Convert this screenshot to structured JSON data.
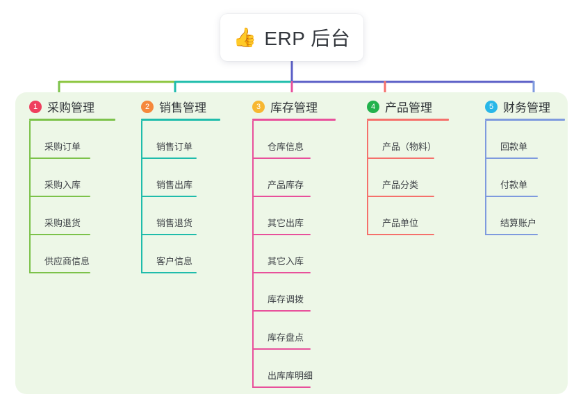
{
  "root": {
    "icon": "thumbs-up-icon",
    "emoji": "👍",
    "title": "ERP 后台"
  },
  "palette": {
    "panel_bg": "#edf7e7",
    "page_bg": "#ffffff",
    "card_bg": "#ffffff",
    "text": "#33373d",
    "trunk": "#5b5fc7",
    "bus_left": "#8cc63f",
    "bus_mid": "#1ab9a3",
    "bus_right": "#5b5fc7"
  },
  "columns": [
    {
      "number": "1",
      "title": "采购管理",
      "badge_color": "#ef3e5e",
      "line_color": "#7cc24a",
      "head_rule_width": 124,
      "leaf_rule_width": 88,
      "items": [
        {
          "label": "采购订单"
        },
        {
          "label": "采购入库"
        },
        {
          "label": "采购退货"
        },
        {
          "label": "供应商信息"
        }
      ]
    },
    {
      "number": "2",
      "title": "销售管理",
      "badge_color": "#f5883c",
      "line_color": "#1fbcab",
      "head_rule_width": 114,
      "leaf_rule_width": 80,
      "items": [
        {
          "label": "销售订单"
        },
        {
          "label": "销售出库"
        },
        {
          "label": "销售退货"
        },
        {
          "label": "客户信息"
        }
      ]
    },
    {
      "number": "3",
      "title": "库存管理",
      "badge_color": "#f7b731",
      "line_color": "#e8509b",
      "head_rule_width": 120,
      "leaf_rule_width": 84,
      "items": [
        {
          "label": "仓库信息"
        },
        {
          "label": "产品库存"
        },
        {
          "label": "其它出库"
        },
        {
          "label": "其它入库"
        },
        {
          "label": "库存调拨"
        },
        {
          "label": "库存盘点"
        },
        {
          "label": "出库库明细"
        }
      ]
    },
    {
      "number": "4",
      "title": "产品管理",
      "badge_color": "#22b24c",
      "line_color": "#f5706b",
      "head_rule_width": 118,
      "leaf_rule_width": 97,
      "items": [
        {
          "label": "产品（物料）"
        },
        {
          "label": "产品分类"
        },
        {
          "label": "产品单位"
        }
      ]
    },
    {
      "number": "5",
      "title": "财务管理",
      "badge_color": "#28b7e8",
      "line_color": "#7e9ade",
      "head_rule_width": 115,
      "leaf_rule_width": 76,
      "items": [
        {
          "label": "回款单"
        },
        {
          "label": "付款单"
        },
        {
          "label": "结算账户"
        }
      ]
    }
  ]
}
